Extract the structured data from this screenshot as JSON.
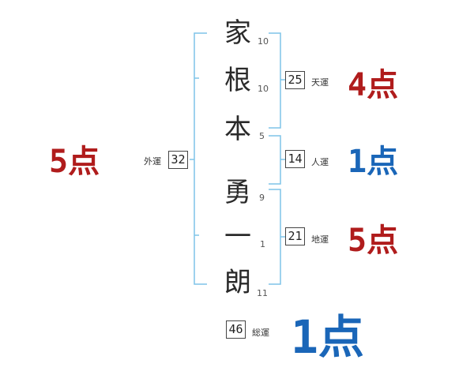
{
  "characters": [
    {
      "char": "家",
      "strokes": "10"
    },
    {
      "char": "根",
      "strokes": "10"
    },
    {
      "char": "本",
      "strokes": "5"
    },
    {
      "char": "勇",
      "strokes": "9"
    },
    {
      "char": "一",
      "strokes": "1"
    },
    {
      "char": "朗",
      "strokes": "11"
    }
  ],
  "fortunes": {
    "gaiun": {
      "value": "32",
      "label": "外運",
      "score": "5",
      "unit": "点",
      "color": "#b01c1c"
    },
    "tenun": {
      "value": "25",
      "label": "天運",
      "score": "4",
      "unit": "点",
      "color": "#b01c1c"
    },
    "jinun": {
      "value": "14",
      "label": "人運",
      "score": "1",
      "unit": "点",
      "color": "#1a66b8"
    },
    "chiun": {
      "value": "21",
      "label": "地運",
      "score": "5",
      "unit": "点",
      "color": "#b01c1c"
    },
    "souun": {
      "value": "46",
      "label": "総運",
      "score": "1",
      "unit": "点",
      "color": "#1a66b8"
    }
  },
  "bracket_color": "#7fc4e8"
}
